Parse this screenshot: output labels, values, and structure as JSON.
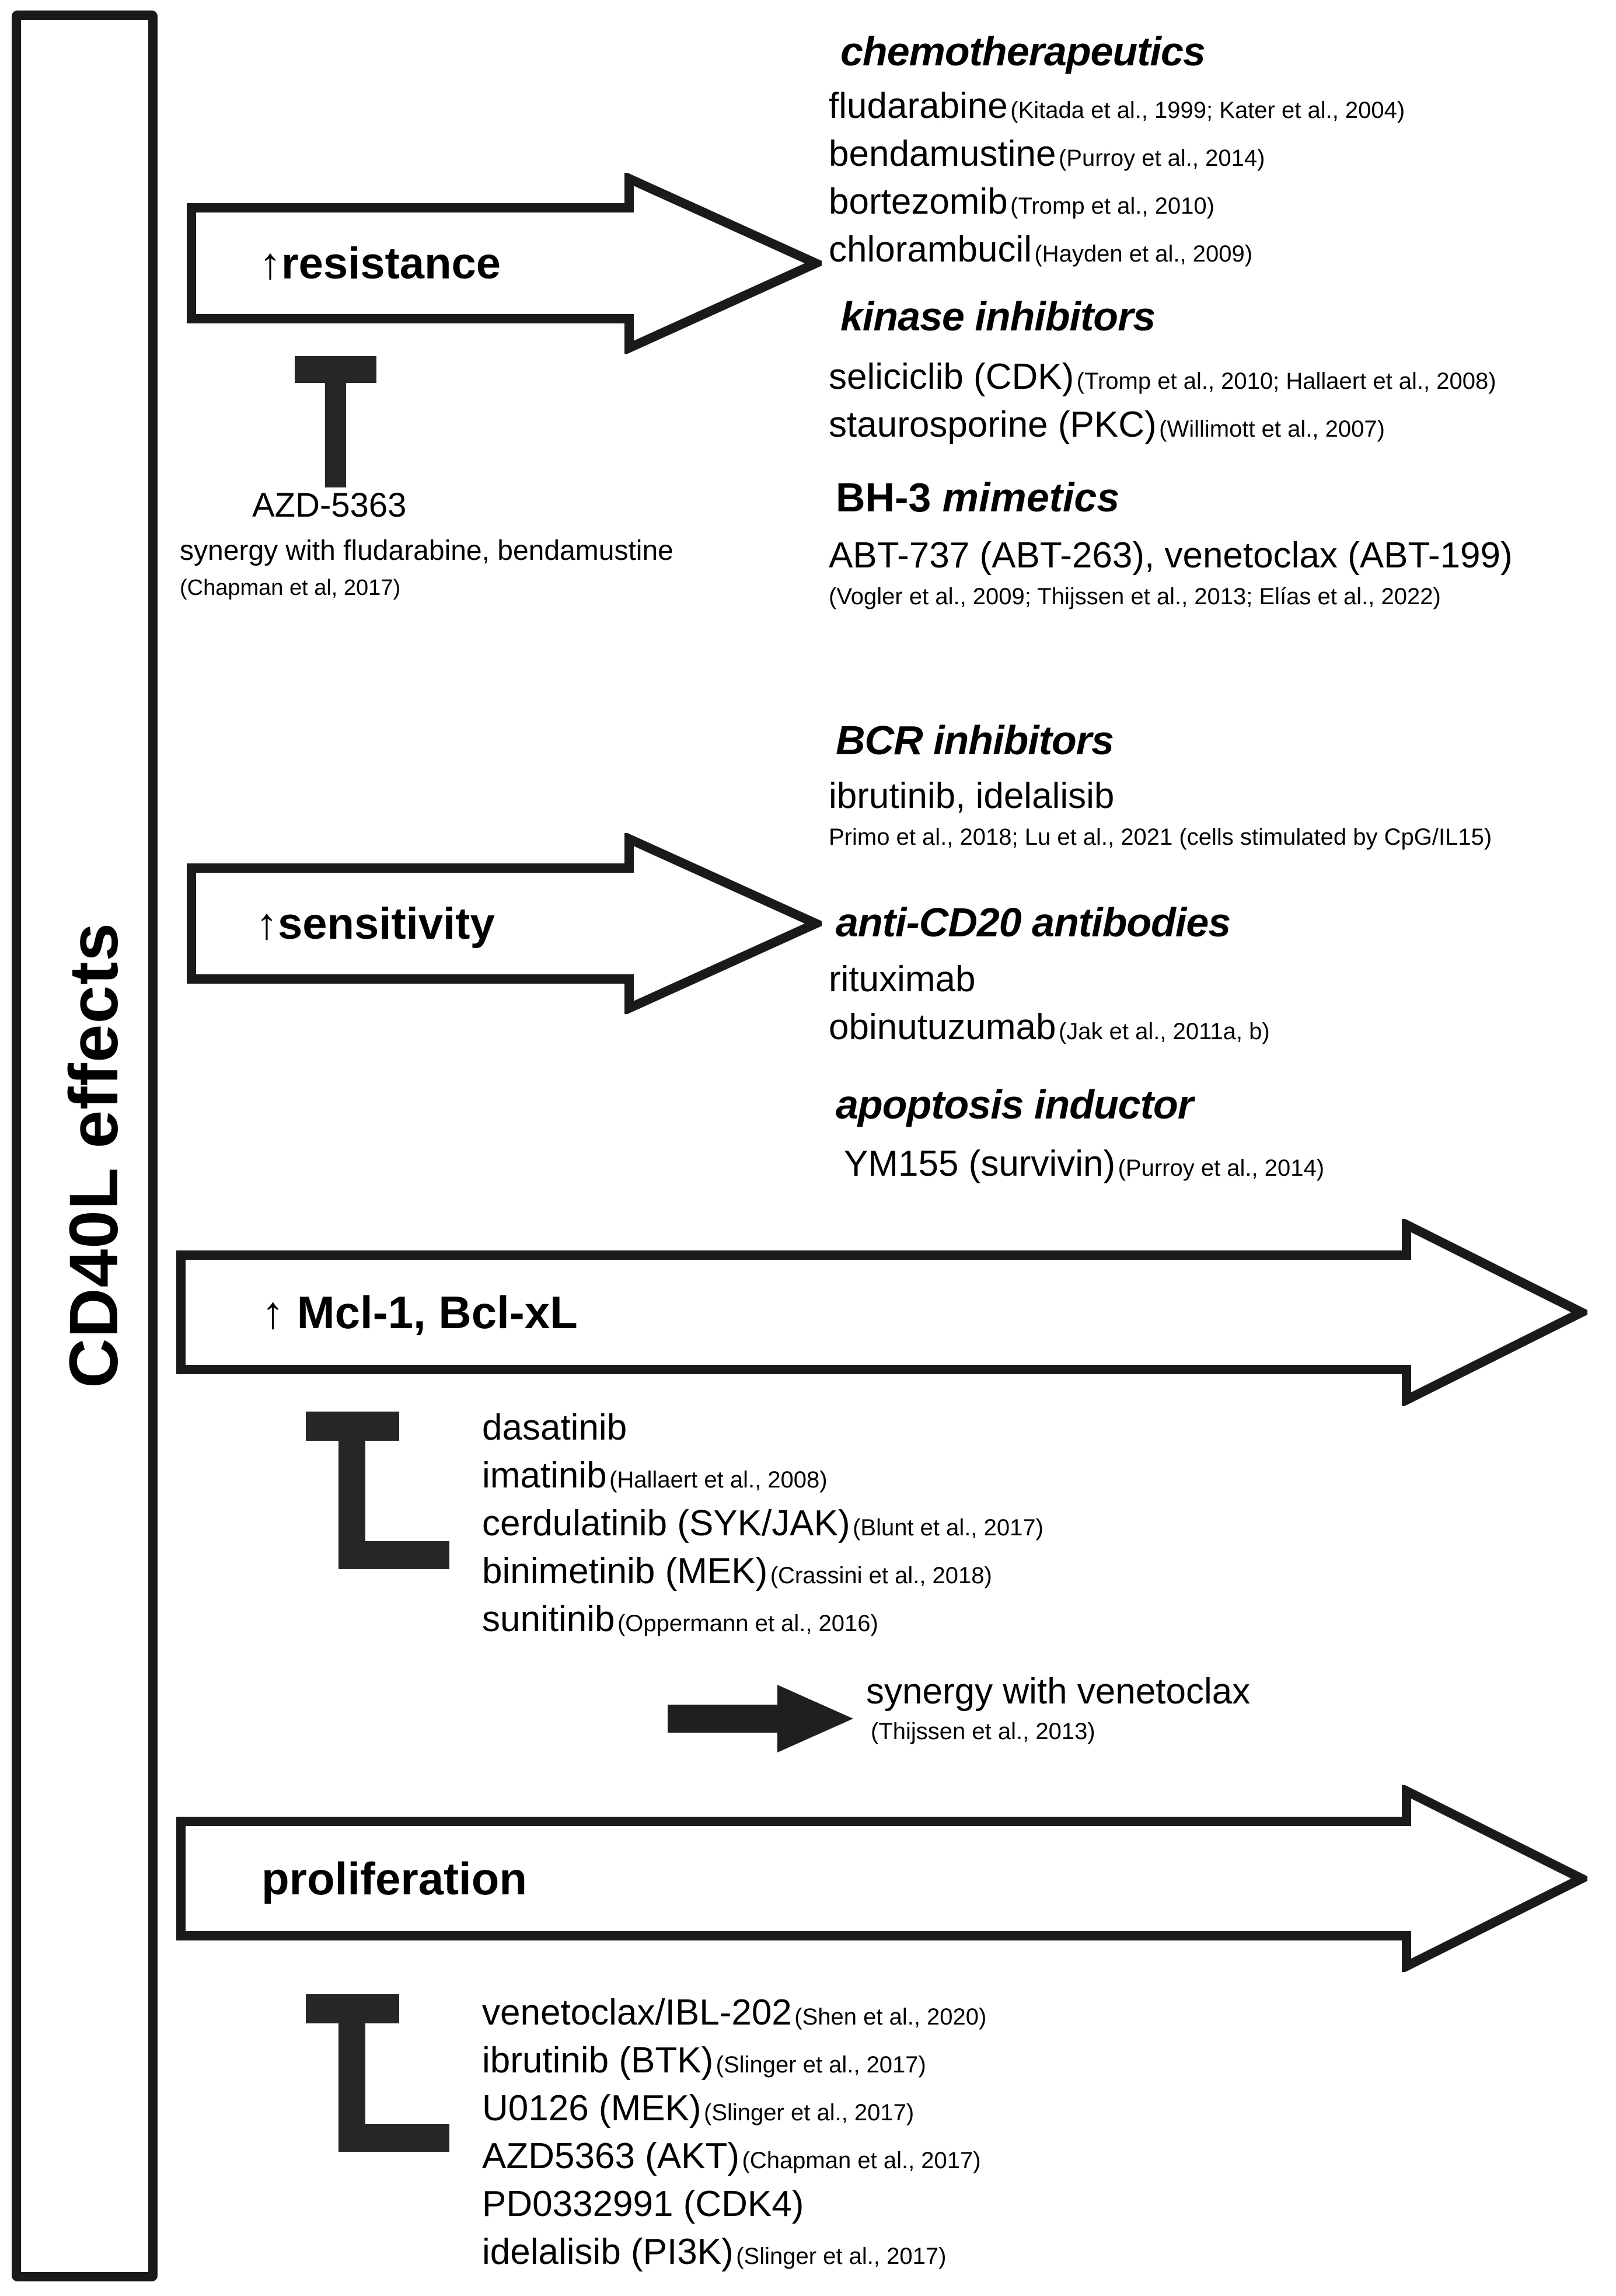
{
  "figure": {
    "left_axis_label": "CD40L effects"
  },
  "arrows": {
    "resistance": {
      "label": "↑resistance"
    },
    "sensitivity": {
      "label": "↑sensitivity"
    },
    "mcl1": {
      "label": "↑ Mcl-1, Bcl-xL"
    },
    "proliferation": {
      "label": "proliferation"
    },
    "synergy": {
      "label": "synergy with venetoclax",
      "ref": "(Thijssen et al., 2013)"
    }
  },
  "resistance_note": {
    "drug": "AZD-5363",
    "detail": "synergy with fludarabine, bendamustine",
    "ref": "(Chapman et al, 2017)"
  },
  "categories": {
    "chemotherapeutics": {
      "heading": "chemotherapeutics",
      "items": [
        {
          "drug": "fludarabine",
          "ref": "(Kitada et al., 1999;  Kater et al., 2004)"
        },
        {
          "drug": "bendamustine",
          "ref": "(Purroy et al., 2014)"
        },
        {
          "drug": "bortezomib",
          "ref": "(Tromp et al., 2010)"
        },
        {
          "drug": "chlorambucil",
          "ref": "(Hayden et al., 2009)"
        }
      ]
    },
    "kinase_inhibitors": {
      "heading": "kinase inhibitors",
      "items": [
        {
          "drug": "seliciclib (CDK)",
          "ref": "(Tromp et al., 2010; Hallaert et al., 2008)"
        },
        {
          "drug": "staurosporine (PKC)",
          "ref": "(Willimott et al., 2007)"
        }
      ]
    },
    "bh3_mimetics": {
      "heading_plain": "BH-3 ",
      "heading_italic": "mimetics",
      "items": [
        {
          "drug": "ABT-737 (ABT-263), venetoclax (ABT-199)",
          "ref": ""
        }
      ],
      "ref_line": "(Vogler et al., 2009; Thijssen et al., 2013; Elías et al., 2022)"
    },
    "bcr_inhibitors": {
      "heading": "BCR inhibitors",
      "items": [
        {
          "drug": "ibrutinib, idelalisib",
          "ref": ""
        }
      ],
      "ref_line": "Primo et al., 2018; Lu et al., 2021 (cells stimulated by CpG/IL15)"
    },
    "anti_cd20": {
      "heading": "anti-CD20 antibodies",
      "items": [
        {
          "drug": "rituximab",
          "ref": ""
        },
        {
          "drug": "obinutuzumab",
          "ref": "(Jak et al., 2011a, b)"
        }
      ]
    },
    "apoptosis_inductor": {
      "heading": "apoptosis inductor",
      "items": [
        {
          "drug": "YM155 (survivin)",
          "ref": "(Purroy et al., 2014)"
        }
      ]
    }
  },
  "mcl1_drugs": [
    {
      "drug": "dasatinib",
      "ref": ""
    },
    {
      "drug": "imatinib",
      "ref": "(Hallaert et al., 2008)"
    },
    {
      "drug": "cerdulatinib (SYK/JAK)",
      "ref": "(Blunt et al., 2017)"
    },
    {
      "drug": "binimetinib (MEK)",
      "ref": "(Crassini et al., 2018)"
    },
    {
      "drug": "sunitinib",
      "ref": "(Oppermann et al., 2016)"
    }
  ],
  "proliferation_drugs": [
    {
      "drug": "venetoclax/IBL-202",
      "ref": "(Shen et al., 2020)"
    },
    {
      "drug": "ibrutinib (BTK)",
      "ref": "(Slinger et al., 2017)"
    },
    {
      "drug": "U0126 (MEK)",
      "ref": "(Slinger et al., 2017)"
    },
    {
      "drug": "AZD5363 (AKT)",
      "ref": "(Chapman et al., 2017)"
    },
    {
      "drug": "PD0332991 (CDK4)",
      "ref": ""
    },
    {
      "drug": "idelalisib (PI3K)",
      "ref": "(Slinger et al., 2017)"
    }
  ],
  "colors": {
    "ink": "#1a1a1a",
    "background": "#ffffff"
  }
}
